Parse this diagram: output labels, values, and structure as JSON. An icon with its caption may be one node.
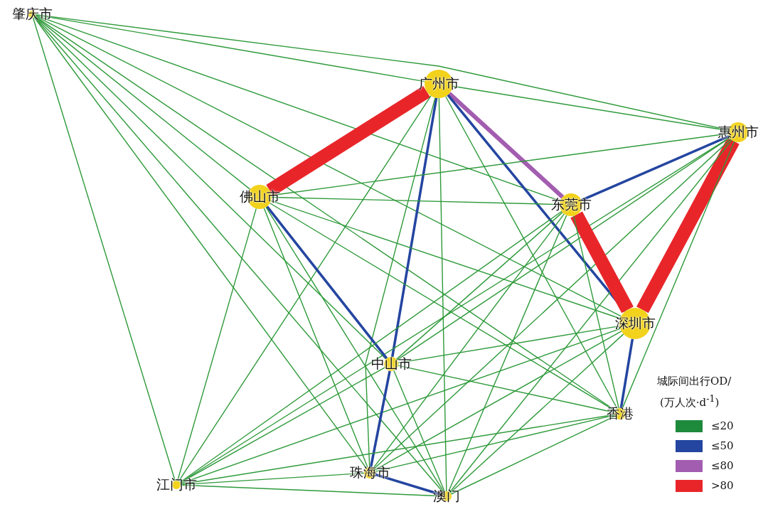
{
  "diagram": {
    "nodes": [
      {
        "text": [
          "肇庆市"
        ]
      },
      {
        "text": [
          "广州市"
        ]
      },
      {
        "text": [
          "惠州市"
        ]
      },
      {
        "text": [
          "佛山市"
        ]
      },
      {
        "text": [
          "东莞市"
        ]
      },
      {
        "text": [
          "深圳市"
        ]
      },
      {
        "text": [
          "中山市"
        ]
      },
      {
        "text": [
          "香港"
        ]
      },
      {
        "text": [
          "江门市"
        ]
      },
      {
        "text": [
          "珠海市"
        ]
      },
      {
        "text": [
          "澳门"
        ]
      }
    ],
    "edges": [
      {
        "from": 0,
        "to": 1,
        "arrow": "none"
      },
      {
        "from": 0,
        "to": 2,
        "arrow": "none"
      },
      {
        "from": 0,
        "to": 3,
        "arrow": "none"
      },
      {
        "from": 0,
        "to": 4,
        "arrow": "none"
      },
      {
        "from": 0,
        "to": 5,
        "arrow": "none"
      },
      {
        "from": 0,
        "to": 6,
        "arrow": "none"
      },
      {
        "from": 0,
        "to": 7,
        "arrow": "none"
      },
      {
        "from": 0,
        "to": 8,
        "arrow": "none"
      },
      {
        "from": 0,
        "to": 9,
        "arrow": "none"
      },
      {
        "from": 0,
        "to": 10,
        "arrow": "none"
      },
      {
        "from": 1,
        "to": 2,
        "arrow": "none"
      },
      {
        "from": 1,
        "to": 3,
        "arrow": "none",
        "style": "thick",
        "color": "#e8262a"
      },
      {
        "from": 1,
        "to": 4,
        "arrow": "none",
        "style": "thick",
        "color": "#a35db0"
      },
      {
        "from": 1,
        "to": 5,
        "arrow": "none",
        "style": "thick",
        "color": "#2445a0"
      },
      {
        "from": 1,
        "to": 6,
        "arrow": "none",
        "style": "thick",
        "color": "#2445a0"
      },
      {
        "from": 1,
        "to": 7,
        "arrow": "none"
      },
      {
        "from": 1,
        "to": 8,
        "arrow": "none"
      },
      {
        "from": 1,
        "to": 9,
        "arrow": "none"
      },
      {
        "from": 1,
        "to": 10,
        "arrow": "none"
      },
      {
        "from": 2,
        "to": 3,
        "arrow": "none"
      },
      {
        "from": 2,
        "to": 4,
        "arrow": "none",
        "style": "thick",
        "color": "#2445a0"
      },
      {
        "from": 2,
        "to": 5,
        "arrow": "none",
        "style": "thick",
        "color": "#e8262a"
      },
      {
        "from": 2,
        "to": 6,
        "arrow": "none"
      },
      {
        "from": 2,
        "to": 7,
        "arrow": "none"
      },
      {
        "from": 2,
        "to": 8,
        "arrow": "none"
      },
      {
        "from": 2,
        "to": 9,
        "arrow": "none"
      },
      {
        "from": 2,
        "to": 10,
        "arrow": "none"
      },
      {
        "from": 3,
        "to": 4,
        "arrow": "none"
      },
      {
        "from": 3,
        "to": 5,
        "arrow": "none"
      },
      {
        "from": 3,
        "to": 6,
        "arrow": "none",
        "style": "thick",
        "color": "#2445a0"
      },
      {
        "from": 3,
        "to": 7,
        "arrow": "none"
      },
      {
        "from": 3,
        "to": 8,
        "arrow": "none"
      },
      {
        "from": 3,
        "to": 9,
        "arrow": "none"
      },
      {
        "from": 3,
        "to": 10,
        "arrow": "none"
      },
      {
        "from": 4,
        "to": 5,
        "arrow": "none",
        "style": "thick",
        "color": "#e8262a"
      },
      {
        "from": 4,
        "to": 6,
        "arrow": "none"
      },
      {
        "from": 4,
        "to": 7,
        "arrow": "none"
      },
      {
        "from": 4,
        "to": 8,
        "arrow": "none"
      },
      {
        "from": 4,
        "to": 9,
        "arrow": "none"
      },
      {
        "from": 4,
        "to": 10,
        "arrow": "none"
      },
      {
        "from": 5,
        "to": 6,
        "arrow": "none"
      },
      {
        "from": 5,
        "to": 7,
        "arrow": "none",
        "style": "thick",
        "color": "#2445a0"
      },
      {
        "from": 5,
        "to": 8,
        "arrow": "none"
      },
      {
        "from": 5,
        "to": 9,
        "arrow": "none"
      },
      {
        "from": 5,
        "to": 10,
        "arrow": "none"
      },
      {
        "from": 6,
        "to": 7,
        "arrow": "none"
      },
      {
        "from": 6,
        "to": 8,
        "arrow": "none"
      },
      {
        "from": 6,
        "to": 9,
        "arrow": "none",
        "style": "thick",
        "color": "#2445a0"
      },
      {
        "from": 6,
        "to": 10,
        "arrow": "none"
      },
      {
        "from": 7,
        "to": 8,
        "arrow": "none"
      },
      {
        "from": 7,
        "to": 9,
        "arrow": "none"
      },
      {
        "from": 7,
        "to": 10,
        "arrow": "none"
      },
      {
        "from": 8,
        "to": 9,
        "arrow": "none"
      },
      {
        "from": 8,
        "to": 10,
        "arrow": "none"
      },
      {
        "from": 9,
        "to": 10,
        "arrow": "none",
        "style": "thick",
        "color": "#2445a0"
      }
    ],
    "labels": [
      "城际间出行OD/",
      "(万人次·d$^{-1}$)"
    ],
    "legend": [
      {
        "text": "≤20",
        "color": "#1e8a3c"
      },
      {
        "text": "≤50",
        "color": "#2445a0"
      },
      {
        "text": "≤80",
        "color": "#a35db0"
      },
      {
        "text": ">80",
        "color": "#e8262a"
      }
    ]
  }
}
